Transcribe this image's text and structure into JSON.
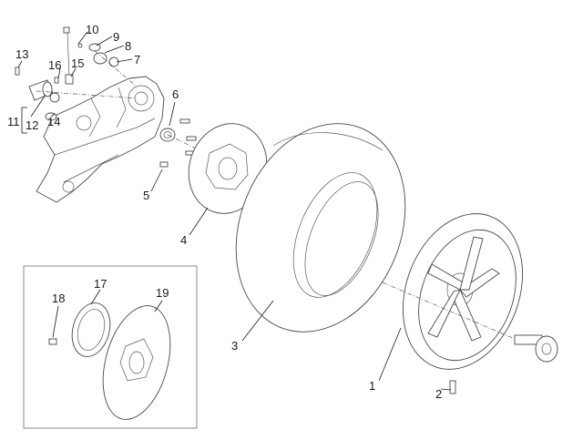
{
  "callouts": [
    {
      "id": "1",
      "text": "1"
    },
    {
      "id": "2",
      "text": "2"
    },
    {
      "id": "3",
      "text": "3"
    },
    {
      "id": "4",
      "text": "4"
    },
    {
      "id": "5",
      "text": "5"
    },
    {
      "id": "6",
      "text": "6"
    },
    {
      "id": "7",
      "text": "7"
    },
    {
      "id": "8",
      "text": "8"
    },
    {
      "id": "9",
      "text": "9"
    },
    {
      "id": "10",
      "text": "10"
    },
    {
      "id": "11",
      "text": "11"
    },
    {
      "id": "12",
      "text": "12"
    },
    {
      "id": "13",
      "text": "13"
    },
    {
      "id": "14",
      "text": "14"
    },
    {
      "id": "15",
      "text": "15"
    },
    {
      "id": "16",
      "text": "16"
    },
    {
      "id": "17",
      "text": "17"
    },
    {
      "id": "18",
      "text": "18"
    },
    {
      "id": "19",
      "text": "19"
    }
  ],
  "colors": {
    "line": "#4a4a4a",
    "text": "#1a1a1a",
    "background": "#ffffff"
  }
}
